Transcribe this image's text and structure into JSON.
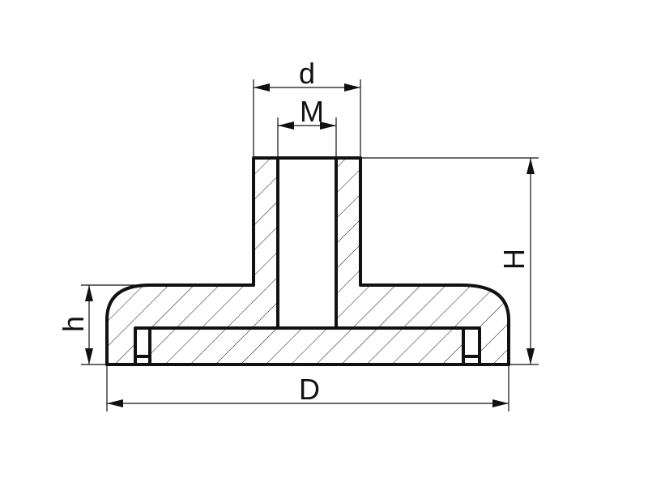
{
  "dimensions": {
    "d": "d",
    "M": "M",
    "H": "H",
    "h": "h",
    "D": "D"
  }
}
